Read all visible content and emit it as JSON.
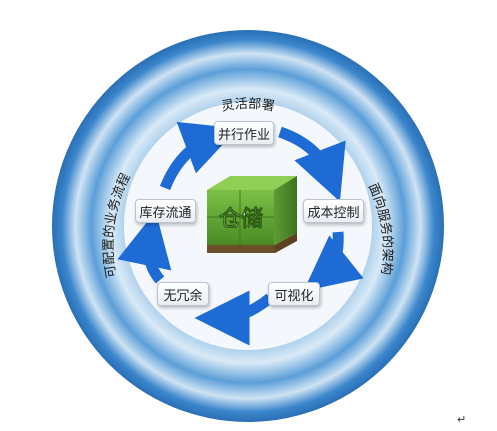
{
  "center_label": "仓储",
  "boxes": {
    "parallel": "并行作业",
    "cost": "成本控制",
    "visual": "可视化",
    "no_redundancy": "无冗余",
    "inventory": "库存流通"
  },
  "ring_labels": {
    "top": "灵活部署",
    "right": "面向服务的架构",
    "left": "可配置的业务流程"
  },
  "colors": {
    "ring_dark": "#3b86cc",
    "ring_light": "#dcebf7",
    "arrow": "#1e6bd6",
    "cube_green": "#6fae3e"
  },
  "corner_mark": "↵"
}
